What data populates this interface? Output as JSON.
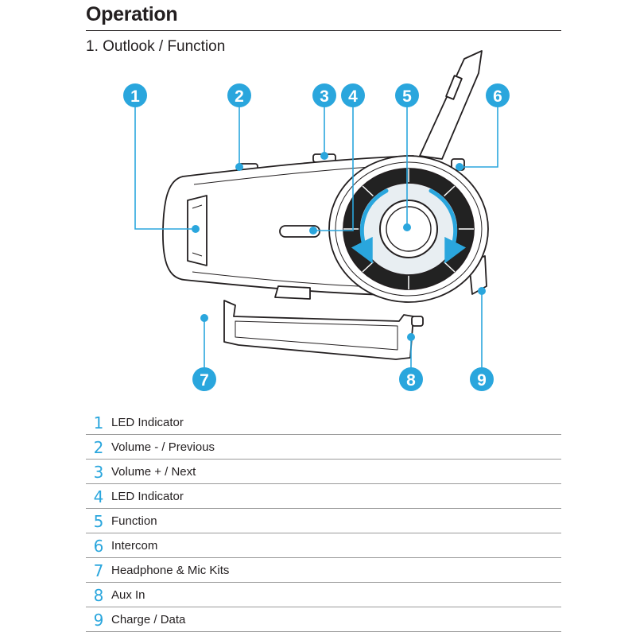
{
  "header": {
    "title": "Operation",
    "subtitle": "1. Outlook / Function"
  },
  "callouts": [
    "1",
    "2",
    "3",
    "4",
    "5",
    "6",
    "7",
    "8",
    "9"
  ],
  "legend": [
    {
      "num": "1",
      "label": "LED Indicator"
    },
    {
      "num": "2",
      "label": "Volume - / Previous"
    },
    {
      "num": "3",
      "label": "Volume + / Next"
    },
    {
      "num": "4",
      "label": "LED Indicator"
    },
    {
      "num": "5",
      "label": "Function"
    },
    {
      "num": "6",
      "label": "Intercom"
    },
    {
      "num": "7",
      "label": "Headphone & Mic Kits"
    },
    {
      "num": "8",
      "label": "Aux In"
    },
    {
      "num": "9",
      "label": "Charge / Data"
    }
  ],
  "colors": {
    "accent": "#2aa6dd",
    "outline": "#231f20"
  }
}
